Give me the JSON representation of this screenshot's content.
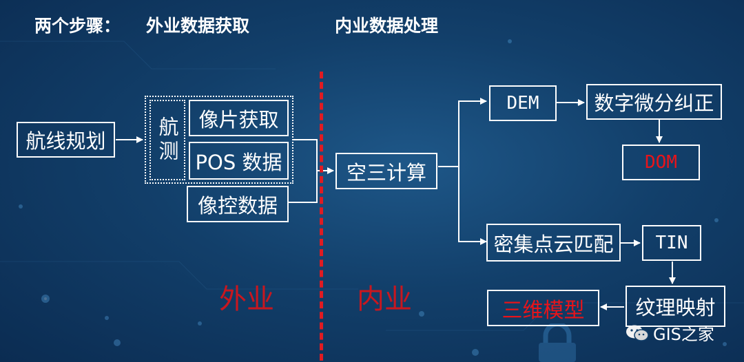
{
  "header": {
    "steps_label": "两个步骤：",
    "field_step": "外业数据获取",
    "office_step": "内业数据处理"
  },
  "nodes": {
    "route_planning": "航线规划",
    "aerial_survey": "航测",
    "image_capture": "像片获取",
    "pos_data": "POS 数据",
    "control_data": "像控数据",
    "aerotriangulation": "空三计算",
    "dem": "DEM",
    "digital_rectification": "数字微分纠正",
    "dom": "DOM",
    "dense_matching": "密集点云匹配",
    "tin": "TIN",
    "texture_mapping": "纹理映射",
    "model_3d": "三维模型"
  },
  "zones": {
    "field": "外业",
    "office": "内业"
  },
  "watermark": {
    "text": "GIS之家",
    "icon": "wechat-icon"
  },
  "colors": {
    "background": "#123f6a",
    "highlight": "#e8141a",
    "divider": "#e01b22"
  }
}
